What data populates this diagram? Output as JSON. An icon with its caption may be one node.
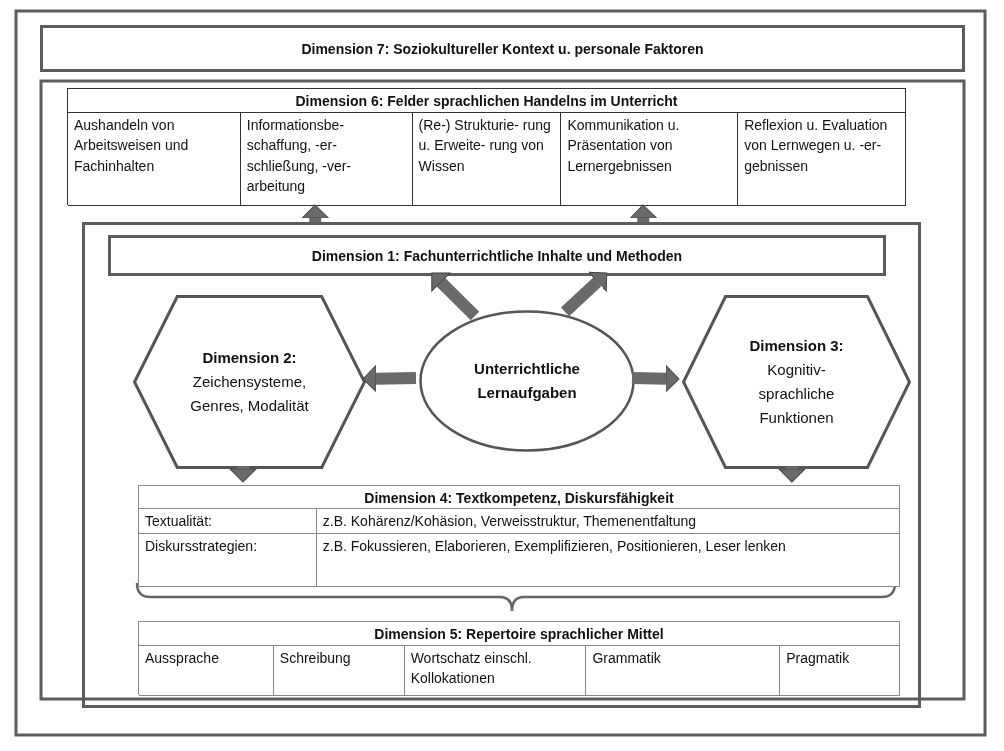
{
  "diagram": {
    "nodes": [
      {
        "text": [
          "Dimension 7: Soziokultureller Kontext u. personale Faktoren"
        ]
      },
      {
        "text": [
          "Dimension 6: Felder sprachlichen Handelns im Unterricht",
          "Aushandeln von Arbeitsweisen und Fachinhalten",
          "Informationsbe- schaffung, -er- schließung, -ver- arbeitung",
          "(Re-) Strukturie- rung u. Erweite- rung von Wissen",
          "Kommunikation u. Präsentation von Lernergebnissen",
          "Reflexion u. Evaluation von Lernwegen u. -er- gebnissen"
        ]
      },
      {
        "text": [],
        "shape": "box"
      },
      {
        "text": [
          "Dimension 1: Fachunterrichtliche Inhalte und Methoden"
        ],
        "in": 2
      },
      {
        "text": [
          "Dimension 2:",
          "Zeichensysteme, Genres, Modalität"
        ],
        "in": 2
      },
      {
        "text": [
          "Unterrichtliche Lernaufgaben"
        ],
        "in": 2
      },
      {
        "text": [
          "Dimension 3:",
          "Kognitiv- sprachliche Funktionen"
        ],
        "in": 2
      },
      {
        "text": [
          "Dimension 4: Textkompetenz, Diskursfähigkeit",
          "Textualität:",
          "z.B. Kohärenz/Kohäsion, Verweisstruktur, Themenentfaltung",
          "Diskursstrategien:",
          "z.B. Fokussieren, Elaborieren, Exemplifizieren, Positionieren, Leser lenken"
        ],
        "in": 2
      },
      {
        "text": [
          "Dimension 5: Repertoire sprachlicher Mittel",
          "Aussprache",
          "Schreibung",
          "Wortschatz einschl. Kollokationen",
          "Grammatik",
          "Pragmatik"
        ],
        "in": 2
      }
    ],
    "edges": [
      {
        "from": 2,
        "to": 1,
        "arrow": "to"
      },
      {
        "from": 2,
        "to": 1,
        "arrow": "to"
      },
      {
        "from": 5,
        "to": 3,
        "arrow": "to"
      },
      {
        "from": 5,
        "to": 3,
        "arrow": "to"
      },
      {
        "from": 5,
        "to": 4,
        "arrow": "to"
      },
      {
        "from": 5,
        "to": 6,
        "arrow": "to"
      },
      {
        "from": 4,
        "to": 7,
        "arrow": "to"
      },
      {
        "from": 6,
        "to": 7,
        "arrow": "to"
      }
    ]
  }
}
